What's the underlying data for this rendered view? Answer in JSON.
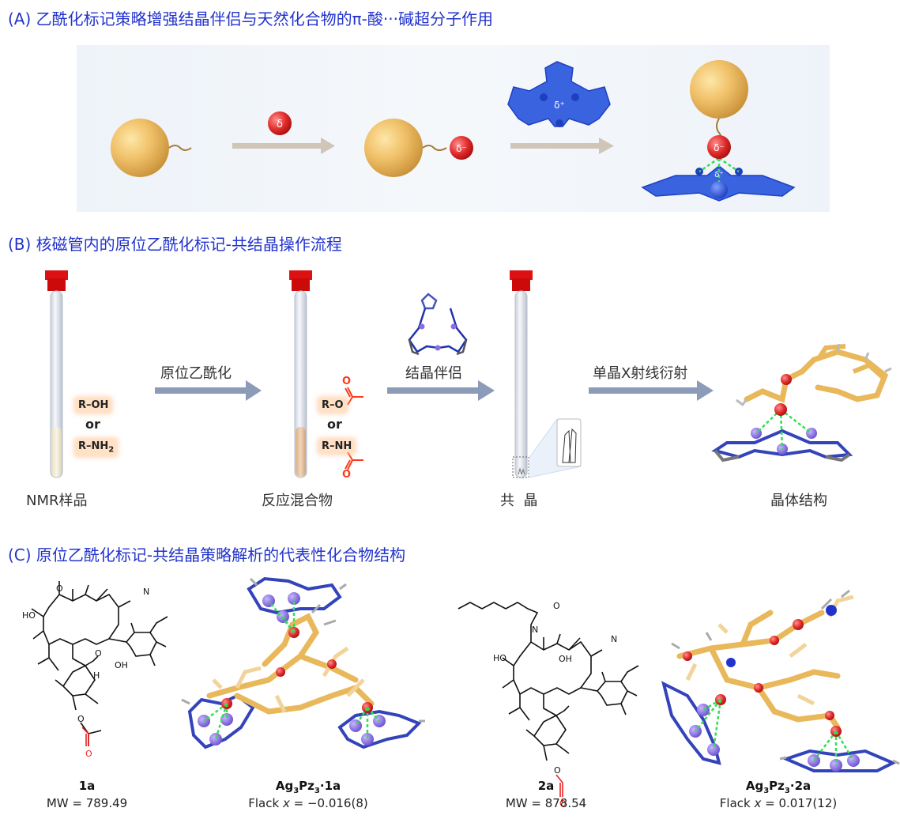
{
  "sectionA": {
    "title": "(A) 乙酰化标记策略增强结晶伴侣与天然化合物的π-酸···碱超分子作用",
    "delta": "δ",
    "delta_minus": "δ⁻",
    "delta_plus": "δ⁺"
  },
  "sectionB": {
    "title": "(B) 核磁管内的原位乙酰化标记-共结晶操作流程",
    "step1": "原位乙酰化",
    "step2": "结晶伴侣",
    "step3": "单晶X射线衍射",
    "label_nmr": "NMR样品",
    "label_mix": "反应混合物",
    "label_co": "共  晶",
    "label_crystal": "晶体结构",
    "r_oh": "R–OH",
    "or": "or",
    "r_nh2": "R–NH",
    "sub2": "2",
    "r_o": "R–O",
    "r_nh": "R–NH"
  },
  "sectionC": {
    "title": "(C) 原位乙酰化标记-共结晶策略解析的代表性化合物结构",
    "compounds": [
      {
        "name": "1a",
        "info": "MW = 789.49"
      },
      {
        "name_main": "Ag",
        "name_sub1": "3",
        "name_mid": "Pz",
        "name_sub2": "3",
        "name_tail": "·1a",
        "flack_label": "Flack ",
        "flack_var": "x",
        "flack_value": " = −0.016(8)"
      },
      {
        "name": "2a",
        "info": "MW = 878.54"
      },
      {
        "name_main": "Ag",
        "name_sub1": "3",
        "name_mid": "Pz",
        "name_sub2": "3",
        "name_tail": "·2a",
        "flack_label": "Flack ",
        "flack_var": "x",
        "flack_value": " = 0.017(12)"
      }
    ],
    "atoms": {
      "O": "O",
      "OH": "OH",
      "HO": "HO",
      "H": "H",
      "N": "N"
    }
  },
  "colors": {
    "title_blue": "#2233cc",
    "arrow_gray": "#8c9bb8",
    "tube_cap": "#dd1111",
    "ball_gold": "#e9b45a",
    "pz_blue": "#2f55d8",
    "ag_purple": "#8a6fe0",
    "acetyl_red": "#e23030"
  }
}
